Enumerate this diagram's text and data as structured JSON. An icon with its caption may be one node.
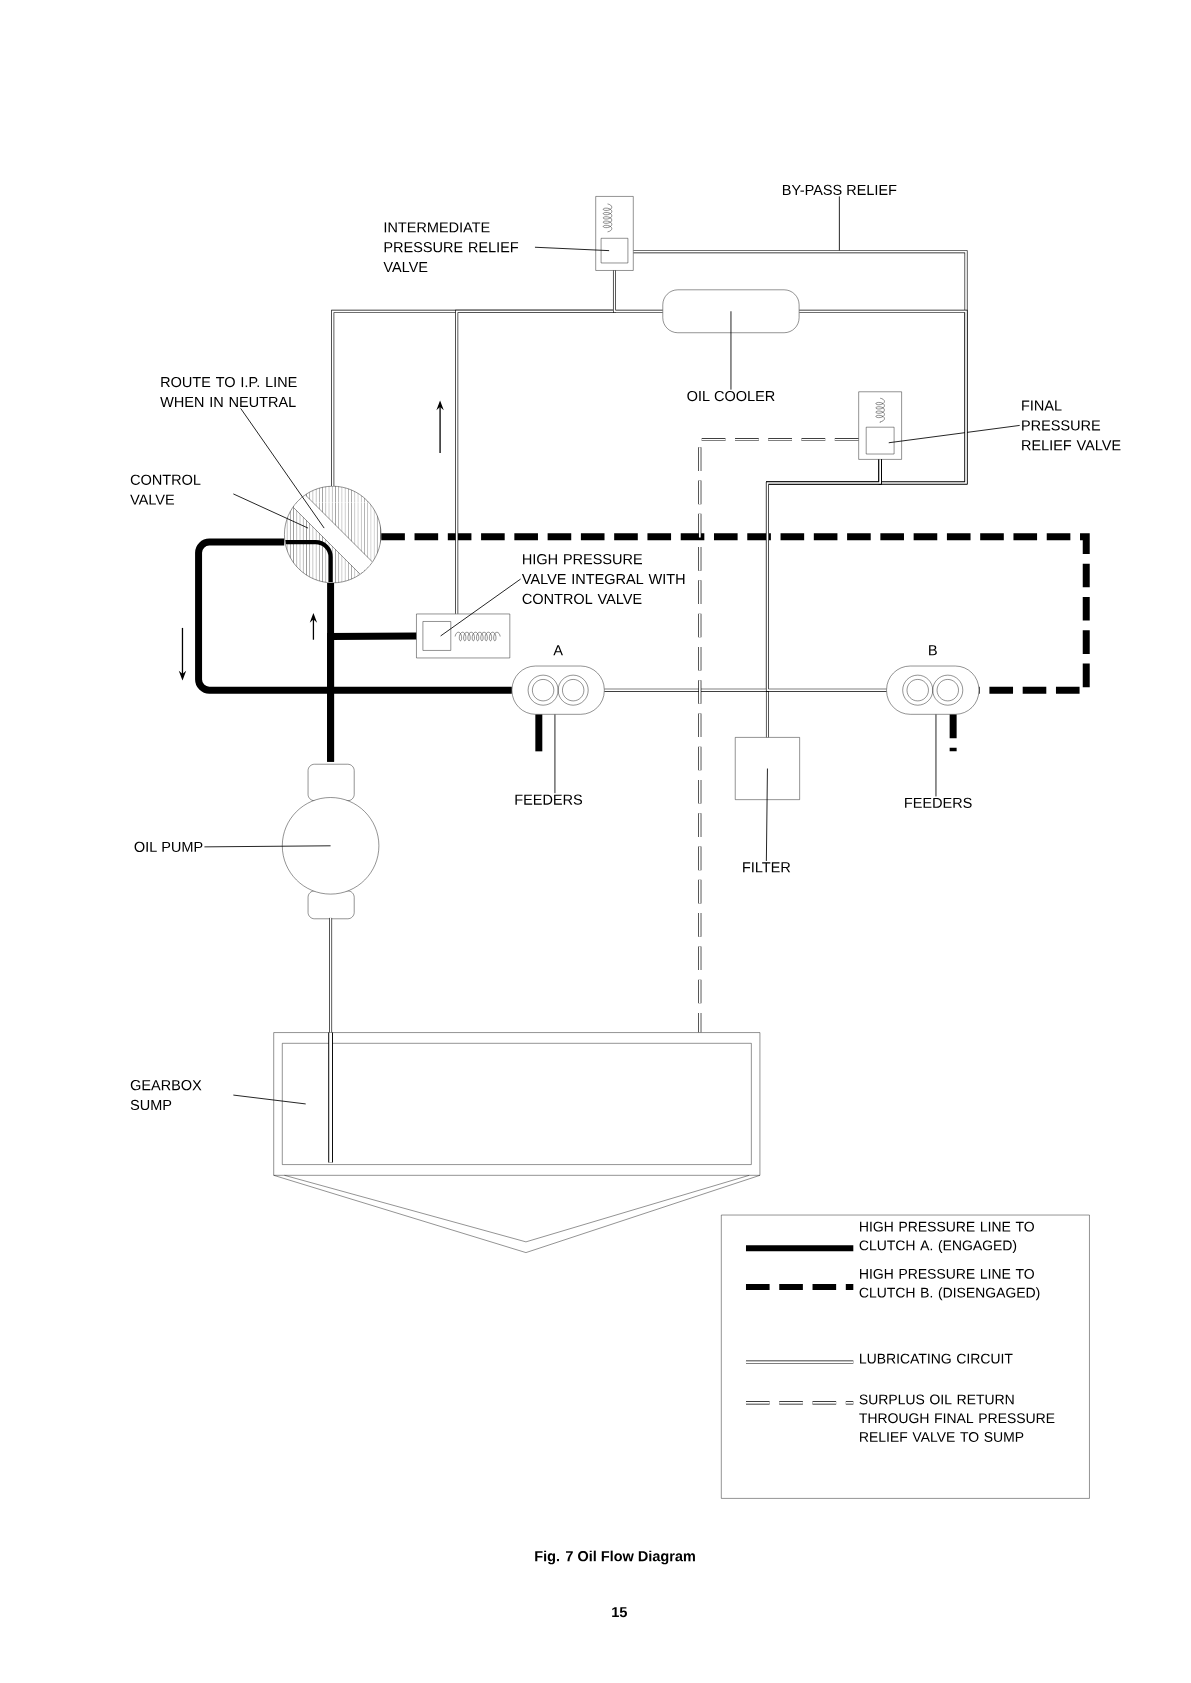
{
  "diagram": {
    "caption": "Fig. 7 Oil Flow Diagram",
    "nodes": [
      {
        "text": [
          "INTERMEDIATE PRESSURE RELIEF VALVE"
        ]
      },
      {
        "text": [],
        "shape": "box"
      },
      {
        "text": [
          "BY-PASS RELIEF"
        ]
      },
      {
        "text": [
          "OIL COOLER"
        ]
      },
      {
        "text": [],
        "shape": "box"
      },
      {
        "text": [],
        "shape": "box"
      },
      {
        "text": [
          "FINAL PRESSURE RELIEF VALVE"
        ]
      },
      {
        "text": [
          "ROUTE TO I.P. LINE WHEN IN NEUTRAL"
        ]
      },
      {
        "text": [
          "CONTROL VALVE"
        ]
      },
      {
        "text": [],
        "shape": "circle"
      },
      {
        "text": [
          "HIGH PRESSURE VALVE INTEGRAL WITH CONTROL VALVE"
        ]
      },
      {
        "text": [],
        "shape": "box"
      },
      {
        "text": [
          "A"
        ]
      },
      {
        "text": [
          "B"
        ]
      },
      {
        "text": [
          "FEEDERS"
        ]
      },
      {
        "text": [
          "FEEDERS"
        ]
      },
      {
        "text": [],
        "shape": "box"
      },
      {
        "text": [
          "FILTER"
        ]
      },
      {
        "text": [
          "OIL PUMP"
        ]
      },
      {
        "text": [],
        "shape": "circle"
      },
      {
        "text": [
          "GEARBOX SUMP"
        ]
      },
      {
        "text": [],
        "shape": "box"
      }
    ],
    "edges": [
      {
        "from": 0,
        "to": 1,
        "arrow": "none"
      },
      {
        "from": 2,
        "to": null,
        "arrow": "none"
      },
      {
        "from": 3,
        "to": 4,
        "arrow": "none"
      },
      {
        "from": 6,
        "to": 5,
        "arrow": "none"
      },
      {
        "from": 7,
        "to": 9,
        "arrow": "none"
      },
      {
        "from": 8,
        "to": 9,
        "arrow": "none"
      },
      {
        "from": 10,
        "to": 11,
        "arrow": "none"
      },
      {
        "from": 14,
        "to": 12,
        "arrow": "none"
      },
      {
        "from": 15,
        "to": 13,
        "arrow": "none"
      },
      {
        "from": 17,
        "to": 16,
        "arrow": "none"
      },
      {
        "from": 18,
        "to": 19,
        "arrow": "none"
      },
      {
        "from": 20,
        "to": 21,
        "arrow": "none"
      },
      {
        "from": 21,
        "to": 19,
        "arrow": "none"
      },
      {
        "from": 19,
        "to": 9,
        "arrow": "none",
        "style": "thick"
      },
      {
        "from": 9,
        "to": 12,
        "arrow": "none",
        "style": "thick"
      },
      {
        "from": 19,
        "to": 11,
        "arrow": "none",
        "style": "thick"
      },
      {
        "from": 9,
        "to": 13,
        "arrow": "none",
        "style": "dashed"
      },
      {
        "from": 9,
        "to": 1,
        "arrow": "none"
      },
      {
        "from": 11,
        "to": 1,
        "arrow": "none"
      },
      {
        "from": 1,
        "to": 4,
        "arrow": "none"
      },
      {
        "from": 1,
        "to": 5,
        "arrow": "none"
      },
      {
        "from": 4,
        "to": 5,
        "arrow": "none"
      },
      {
        "from": 5,
        "to": 16,
        "arrow": "none"
      },
      {
        "from": 5,
        "to": 12,
        "arrow": "none"
      },
      {
        "from": 5,
        "to": 13,
        "arrow": "none"
      },
      {
        "from": 5,
        "to": 21,
        "arrow": "none",
        "style": "dashed"
      },
      {
        "from": 12,
        "to": null,
        "arrow": "none",
        "style": "thick"
      },
      {
        "from": 13,
        "to": null,
        "arrow": "none",
        "style": "dashed"
      }
    ],
    "labels": [
      "15"
    ],
    "legend": [
      {
        "text": "HIGH PRESSURE LINE TO CLUTCH A. (ENGAGED)"
      },
      {
        "text": "HIGH PRESSURE LINE TO CLUTCH B. (DISENGAGED)"
      },
      {
        "text": "LUBRICATING CIRCUIT"
      },
      {
        "text": "SURPLUS OIL RETURN THROUGH FINAL PRESSURE RELIEF VALVE TO SUMP"
      }
    ]
  }
}
